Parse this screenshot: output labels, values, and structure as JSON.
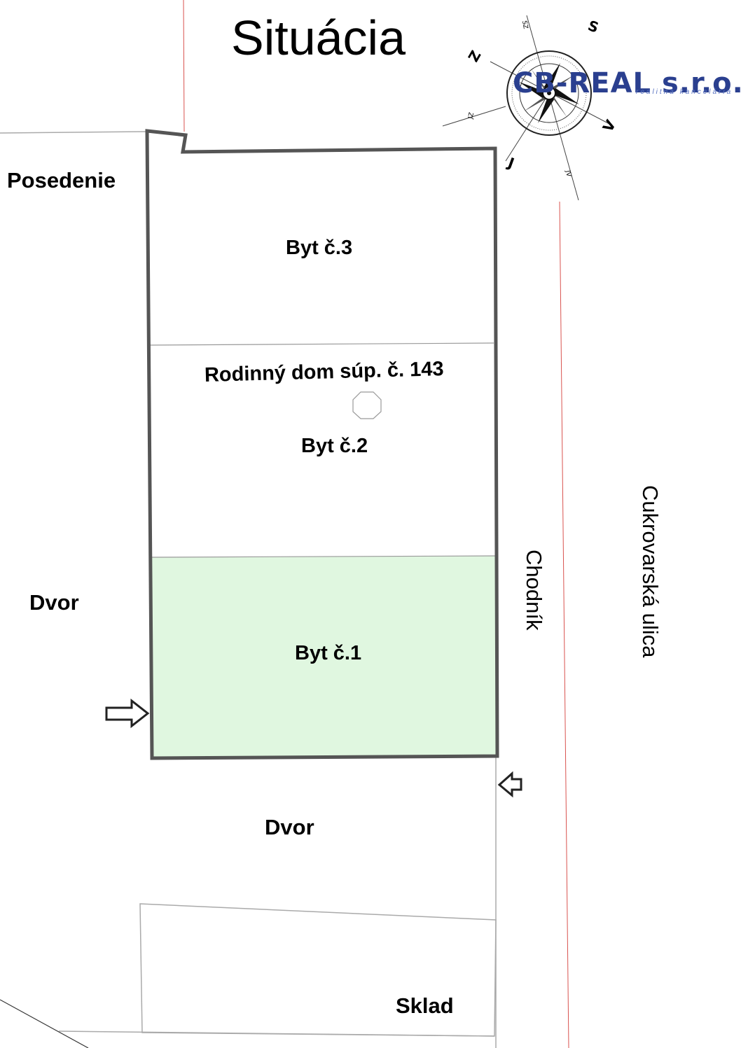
{
  "title": "Situácia",
  "labels": {
    "posedenie": "Posedenie",
    "byt3": "Byt č.3",
    "rodinny_dom": "Rodinný dom súp. č. 143",
    "byt2": "Byt č.2",
    "dvor_left": "Dvor",
    "byt1": "Byt č.1",
    "dvor_bottom": "Dvor",
    "sklad": "Sklad",
    "chodnik": "Chodník",
    "street": "Cukrovarská ulica"
  },
  "logo": {
    "name": "CB-REAL s.r.o.",
    "subtitle": "realitná kancelária"
  },
  "compass": {
    "S": "S",
    "J": "J",
    "Z": "Z",
    "V": "V",
    "SZ": "SZ",
    "JZ": "JZ",
    "JV": "JV"
  },
  "colors": {
    "outline": "#555555",
    "highlight_fill": "#e0f7e0",
    "boundary_red": "#d9534f",
    "logo_blue": "#2a3f8f"
  }
}
